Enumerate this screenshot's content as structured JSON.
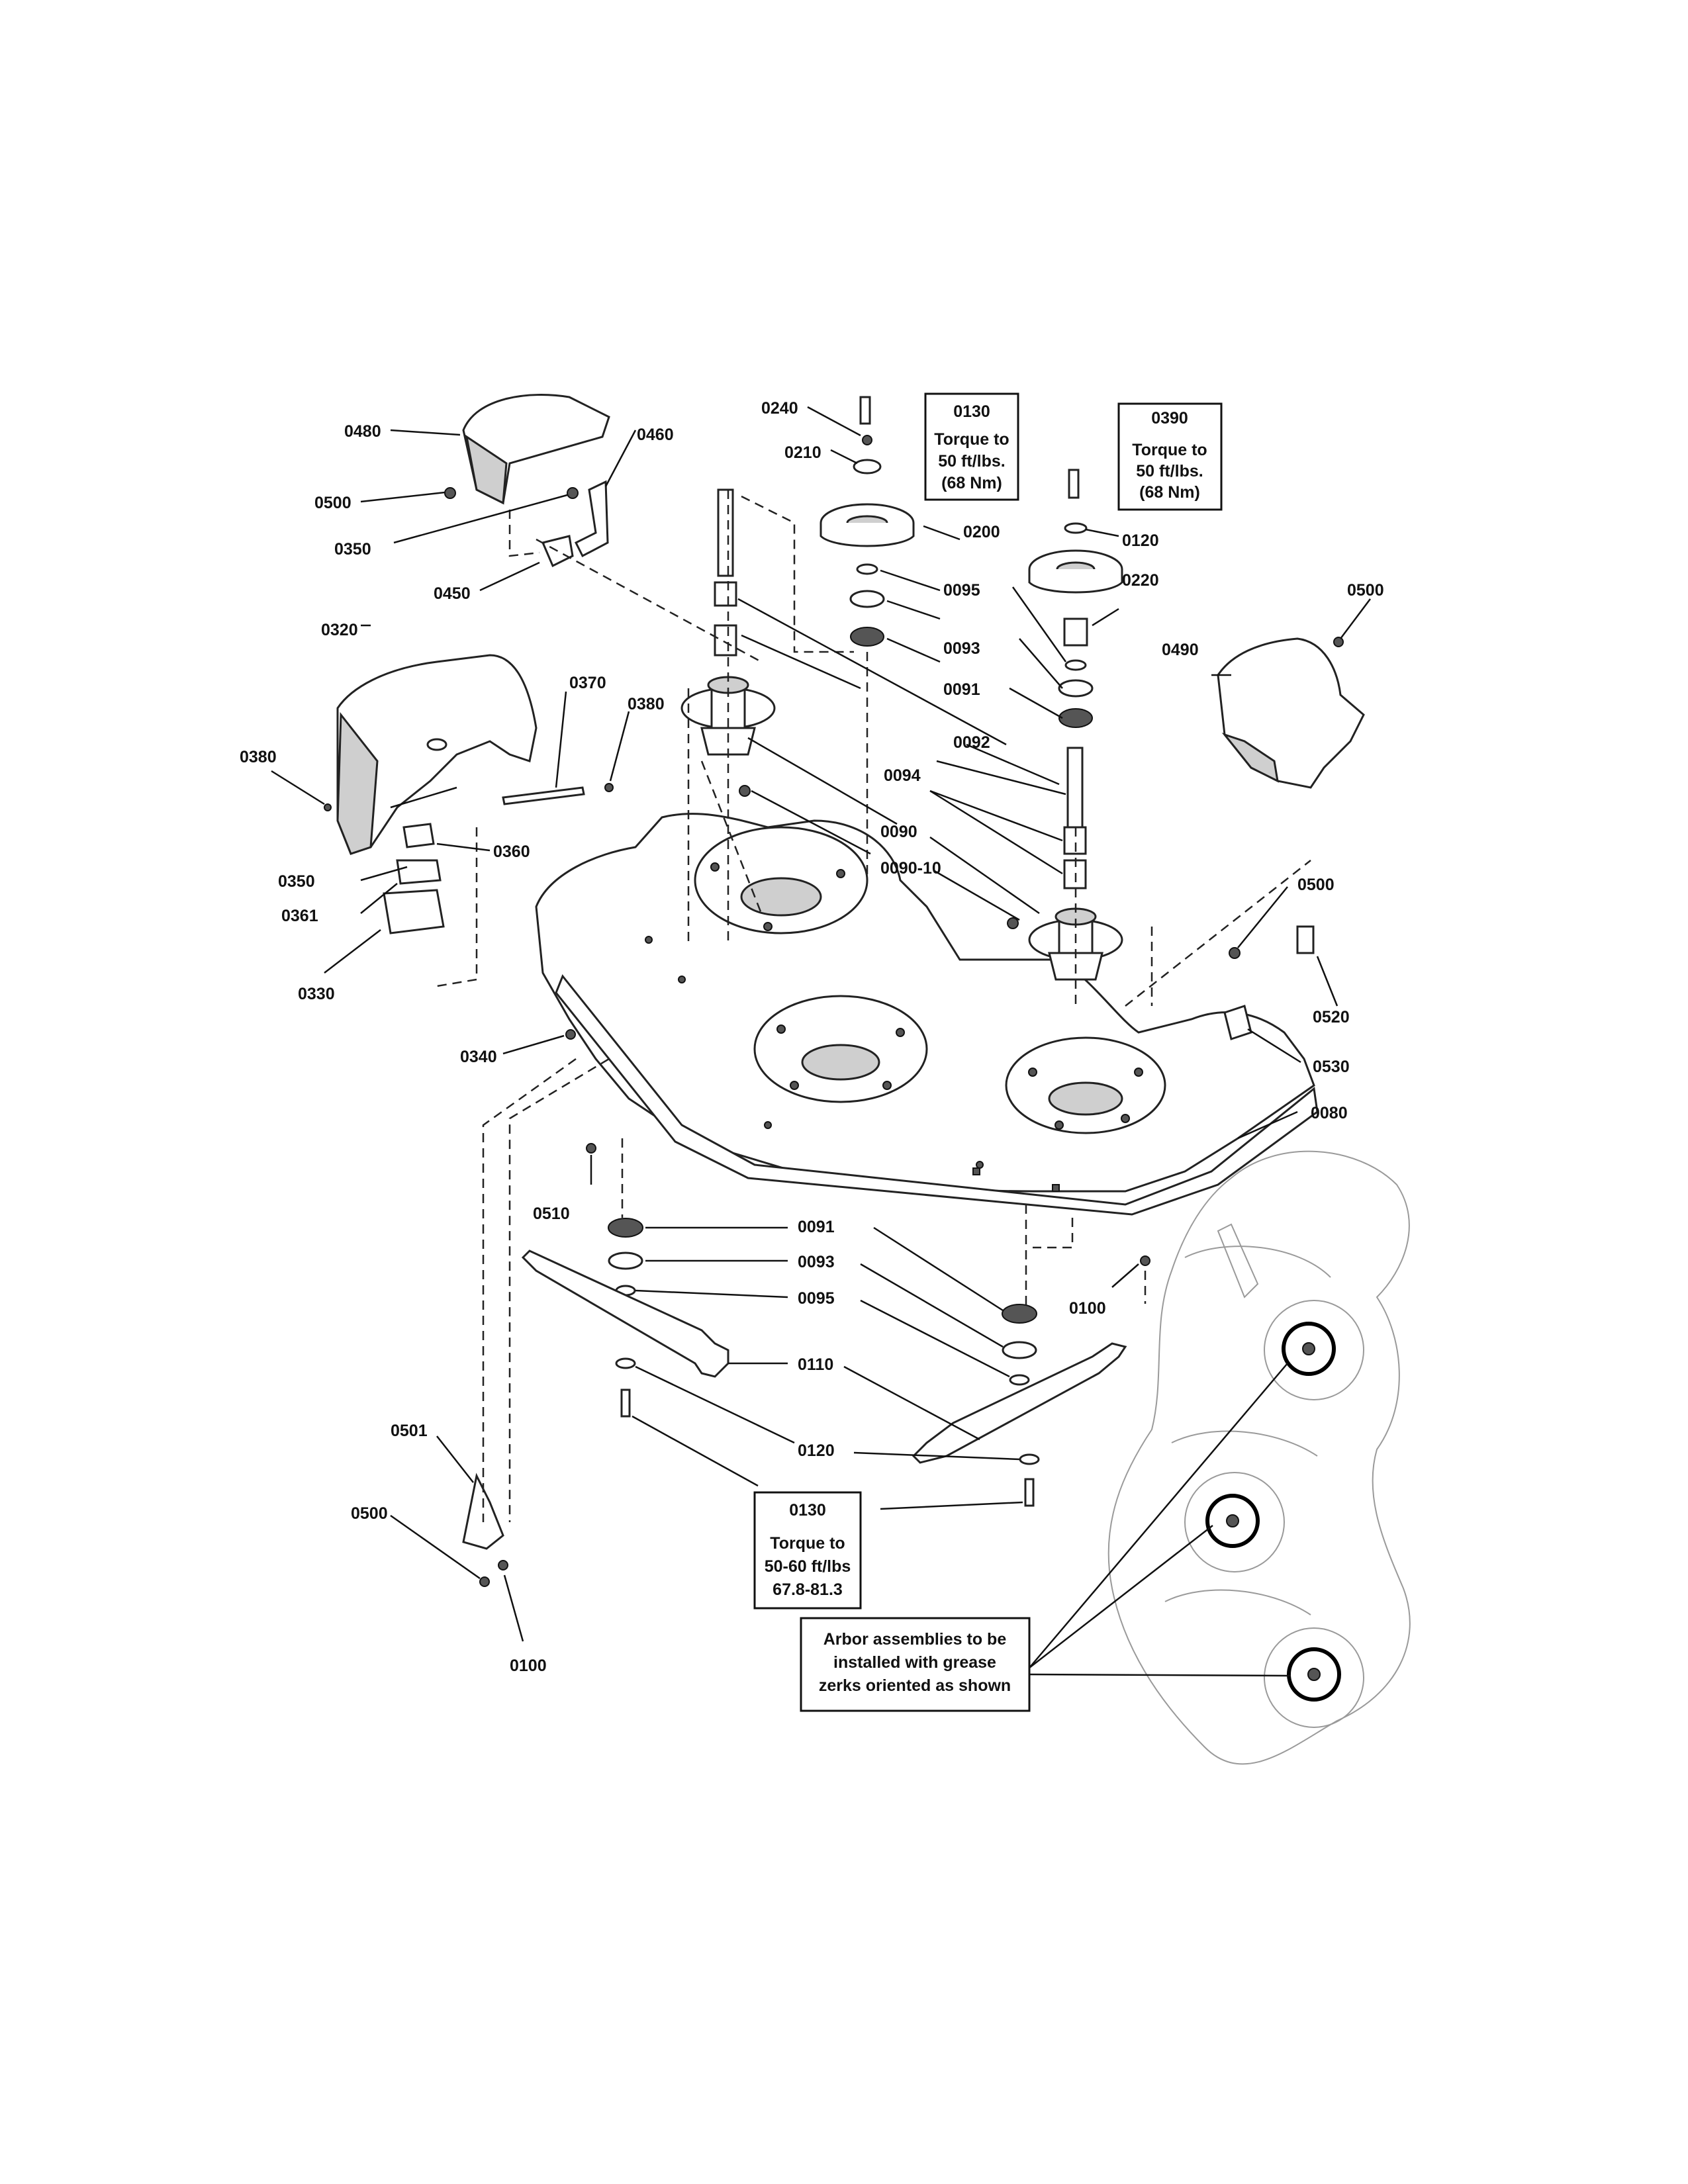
{
  "callouts": {
    "c0480": "0480",
    "c0500a": "0500",
    "c0350a": "0350",
    "c0460": "0460",
    "c0450": "0450",
    "c0240": "0240",
    "c0210": "0210",
    "c0200": "0200",
    "c0095a": "0095",
    "c0093a": "0093",
    "c0091a": "0091",
    "c0092": "0092",
    "c0094": "0094",
    "c0120a": "0120",
    "c0220": "0220",
    "c0500b": "0500",
    "c0490": "0490",
    "c0320": "0320",
    "c0370": "0370",
    "c0380a": "0380",
    "c0380b": "0380",
    "c0360": "0360",
    "c0350b": "0350",
    "c0361": "0361",
    "c0330": "0330",
    "c0090": "0090",
    "c0090_10": "0090-10",
    "c0500c": "0500",
    "c0520": "0520",
    "c0530": "0530",
    "c0340": "0340",
    "c0080": "0080",
    "c0510": "0510",
    "c0091b": "0091",
    "c0093b": "0093",
    "c0095b": "0095",
    "c0100a": "0100",
    "c0110": "0110",
    "c0120b": "0120",
    "c0501": "0501",
    "c0500d": "0500",
    "c0100b": "0100"
  },
  "notes": {
    "box_0130_top": {
      "part": "0130",
      "line1": "Torque to",
      "line2": "50 ft/lbs.",
      "line3": "(68 Nm)"
    },
    "box_0390": {
      "part": "0390",
      "line1": "Torque to",
      "line2": "50 ft/lbs.",
      "line3": "(68 Nm)"
    },
    "box_0130_bottom": {
      "part": "0130",
      "line1": "Torque to",
      "line2": "50-60 ft/lbs",
      "line3": "67.8-81.3"
    },
    "arbor": {
      "line1": "Arbor assemblies to be",
      "line2": "installed with grease",
      "line3": "zerks oriented as shown"
    }
  }
}
